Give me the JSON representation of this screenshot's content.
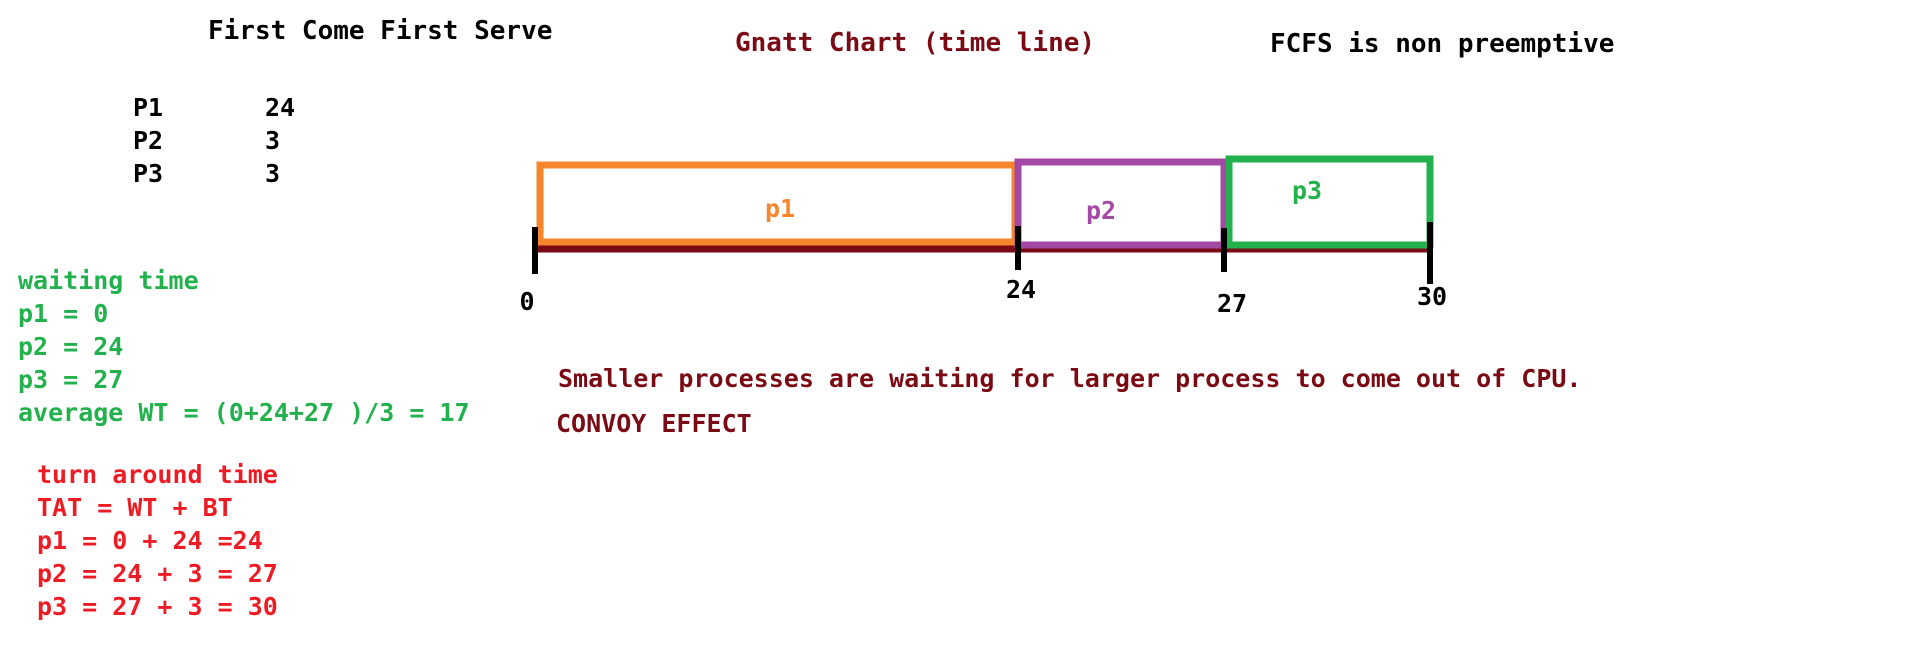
{
  "titles": {
    "main": "First Come First Serve",
    "gantt": "Gnatt Chart (time line)",
    "note": "FCFS is non preemptive"
  },
  "processes": [
    {
      "name": "P1",
      "burst": "24"
    },
    {
      "name": "P2",
      "burst": "3"
    },
    {
      "name": "P3",
      "burst": "3"
    }
  ],
  "waiting": {
    "title": "waiting time",
    "lines": [
      "p1 = 0",
      "p2 = 24",
      "p3 = 27",
      "average WT = (0+24+27 )/3 = 17"
    ]
  },
  "turnaround": {
    "title": "turn around time",
    "lines": [
      "TAT = WT + BT",
      "p1 = 0 + 24 =24",
      "p2 = 24 + 3 = 27",
      "p3 = 27 + 3 = 30"
    ]
  },
  "gantt": {
    "blocks": [
      {
        "label": "p1",
        "start": 0,
        "end": 24,
        "color": "#f5862b"
      },
      {
        "label": "p2",
        "start": 24,
        "end": 27,
        "color": "#a349a4"
      },
      {
        "label": "p3",
        "start": 27,
        "end": 30,
        "color": "#22b14c"
      }
    ],
    "ticks": [
      "0",
      "24",
      "27",
      "30"
    ],
    "timeline_color": "#7a0a14"
  },
  "conclusion": {
    "sentence": "Smaller processes are waiting for larger process to come out of CPU.",
    "effect": "CONVOY EFFECT"
  }
}
